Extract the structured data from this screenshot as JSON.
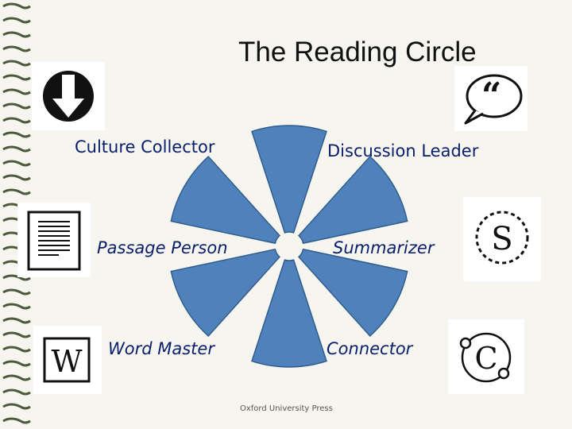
{
  "slide": {
    "title": "The Reading Circle",
    "footer": "Oxford University Press",
    "accent_color": "#4f81bd",
    "label_color": "#0a1f6b"
  },
  "roles": [
    {
      "label": "Culture Collector",
      "icon": "down-arrow-circle-icon"
    },
    {
      "label": "Discussion Leader",
      "icon": "speech-bubble-quote-icon"
    },
    {
      "label": "Passage Person",
      "icon": "text-page-icon"
    },
    {
      "label": "Summarizer",
      "icon": "letter-s-circle-icon",
      "icon_text": "S"
    },
    {
      "label": "Word Master",
      "icon": "letter-w-box-icon",
      "icon_text": "W"
    },
    {
      "label": "Connector",
      "icon": "letter-c-orbit-icon",
      "icon_text": "C"
    }
  ],
  "quote_mark": "“"
}
